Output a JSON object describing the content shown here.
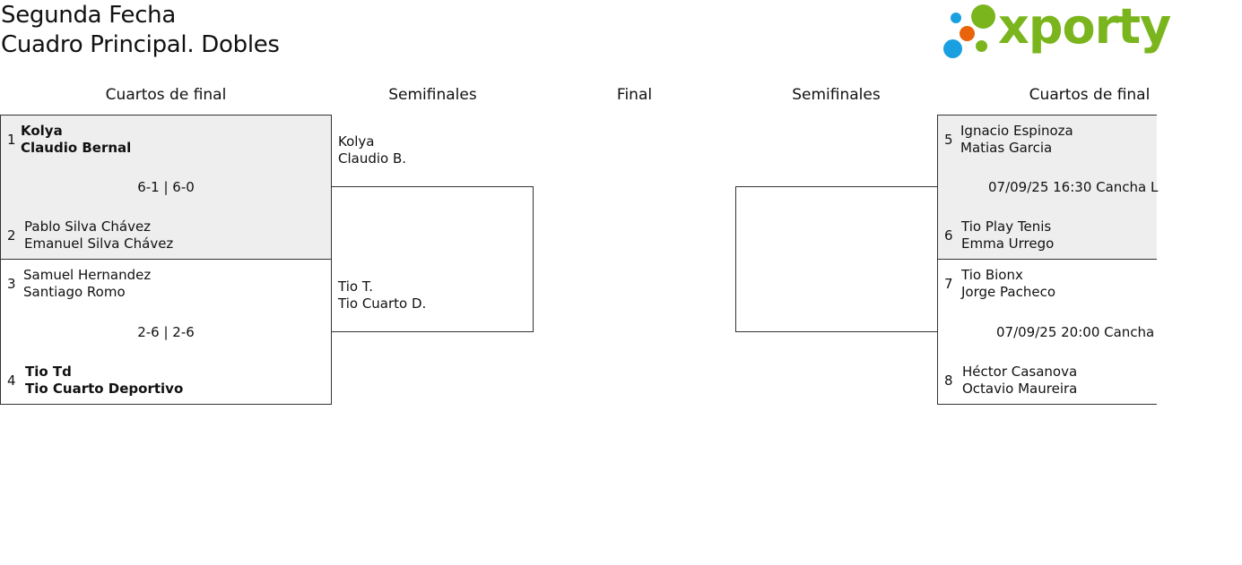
{
  "header": {
    "title_line1": "Segunda Fecha",
    "title_line2": "Cuadro Principal. Dobles",
    "logo_text": "xporty",
    "brand_color": "#7ab51d",
    "logo_dot_colors": [
      "#1aa0e0",
      "#e8630a",
      "#7ab51d"
    ]
  },
  "rounds": {
    "qf_left": "Cuartos de final",
    "sf_left": "Semifinales",
    "final": "Final",
    "sf_right": "Semifinales",
    "qf_right": "Cuartos de final"
  },
  "left": {
    "m1": {
      "seed_a": "1",
      "team_a": [
        "Kolya",
        "Claudio Bernal"
      ],
      "score": "6-1 | 6-0",
      "seed_b": "2",
      "team_b": [
        "Pablo Silva Chávez",
        "Emanuel Silva Chávez"
      ]
    },
    "m2": {
      "seed_a": "3",
      "team_a": [
        "Samuel Hernandez",
        "Santiago Romo"
      ],
      "score": "2-6 | 2-6",
      "seed_b": "4",
      "team_b": [
        "Tio Td",
        "Tio Cuarto Deportivo"
      ]
    },
    "semi": {
      "team_a": [
        "Kolya",
        "Claudio B."
      ],
      "team_b": [
        "Tio T.",
        "Tio Cuarto D."
      ]
    }
  },
  "right": {
    "m1": {
      "seed_a": "5",
      "team_a": [
        "Ignacio Espinoza",
        "Matias Garcia"
      ],
      "schedule": "07/09/25 16:30 Cancha L",
      "seed_b": "6",
      "team_b": [
        "Tio Play Tenis",
        "Emma Urrego"
      ]
    },
    "m2": {
      "seed_a": "7",
      "team_a": [
        "Tio Bionx",
        "Jorge Pacheco"
      ],
      "schedule": "07/09/25 20:00 Cancha",
      "seed_b": "8",
      "team_b": [
        "Héctor Casanova",
        "Octavio Maureira"
      ]
    }
  }
}
